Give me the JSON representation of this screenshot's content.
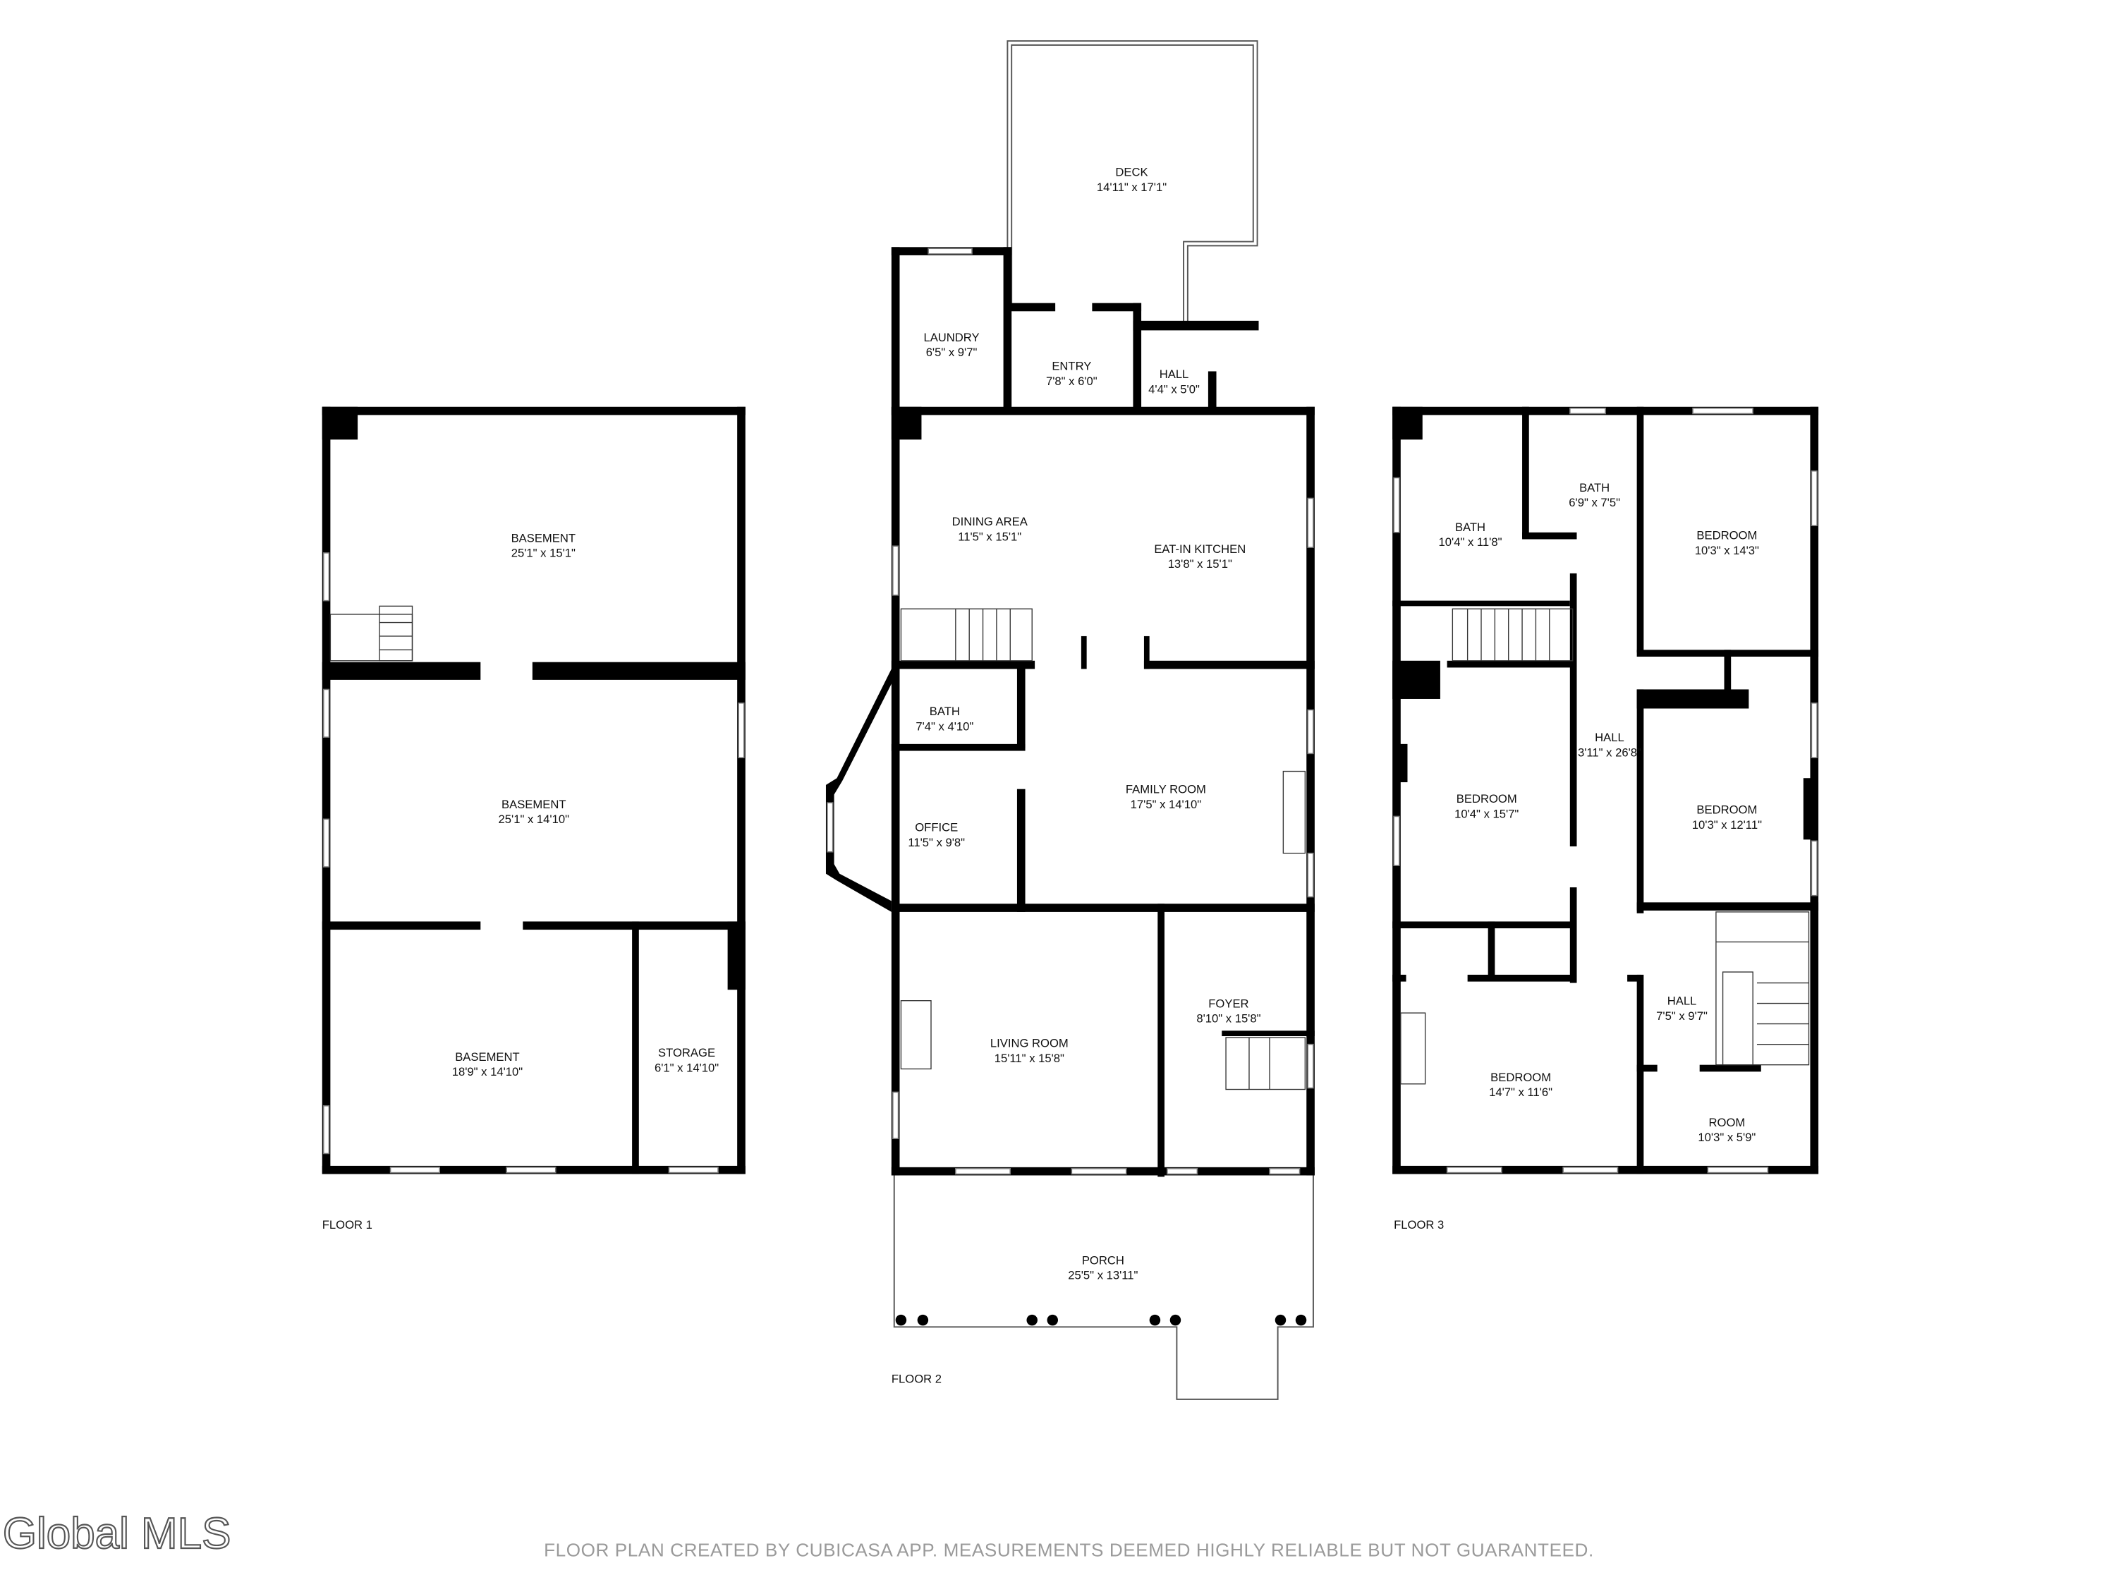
{
  "floors": [
    {
      "label": "FLOOR 1",
      "rooms": [
        {
          "name": "BASEMENT",
          "dims": "25'1\" x 15'1\""
        },
        {
          "name": "BASEMENT",
          "dims": "25'1\" x 14'10\""
        },
        {
          "name": "BASEMENT",
          "dims": "18'9\" x 14'10\""
        },
        {
          "name": "STORAGE",
          "dims": "6'1\" x 14'10\""
        }
      ]
    },
    {
      "label": "FLOOR 2",
      "rooms": [
        {
          "name": "DECK",
          "dims": "14'11\" x 17'1\""
        },
        {
          "name": "LAUNDRY",
          "dims": "6'5\" x 9'7\""
        },
        {
          "name": "ENTRY",
          "dims": "7'8\" x 6'0\""
        },
        {
          "name": "HALL",
          "dims": "4'4\" x 5'0\""
        },
        {
          "name": "DINING AREA",
          "dims": "11'5\" x 15'1\""
        },
        {
          "name": "EAT-IN KITCHEN",
          "dims": "13'8\" x 15'1\""
        },
        {
          "name": "BATH",
          "dims": "7'4\" x 4'10\""
        },
        {
          "name": "OFFICE",
          "dims": "11'5\" x 9'8\""
        },
        {
          "name": "FAMILY ROOM",
          "dims": "17'5\" x 14'10\""
        },
        {
          "name": "LIVING ROOM",
          "dims": "15'11\" x 15'8\""
        },
        {
          "name": "FOYER",
          "dims": "8'10\" x 15'8\""
        },
        {
          "name": "PORCH",
          "dims": "25'5\" x 13'11\""
        }
      ]
    },
    {
      "label": "FLOOR 3",
      "rooms": [
        {
          "name": "BATH",
          "dims": "10'4\" x 11'8\""
        },
        {
          "name": "BATH",
          "dims": "6'9\" x 7'5\""
        },
        {
          "name": "BEDROOM",
          "dims": "10'3\" x 14'3\""
        },
        {
          "name": "HALL",
          "dims": "3'11\" x 26'8\""
        },
        {
          "name": "BEDROOM",
          "dims": "10'4\" x 15'7\""
        },
        {
          "name": "BEDROOM",
          "dims": "10'3\" x 12'11\""
        },
        {
          "name": "HALL",
          "dims": "7'5\" x 9'7\""
        },
        {
          "name": "BEDROOM",
          "dims": "14'7\" x 11'6\""
        },
        {
          "name": "ROOM",
          "dims": "10'3\" x 5'9\""
        }
      ]
    }
  ],
  "logo": "Global MLS",
  "disclaimer": "FLOOR PLAN CREATED BY CUBICASA APP. MEASUREMENTS DEEMED HIGHLY RELIABLE BUT NOT GUARANTEED."
}
